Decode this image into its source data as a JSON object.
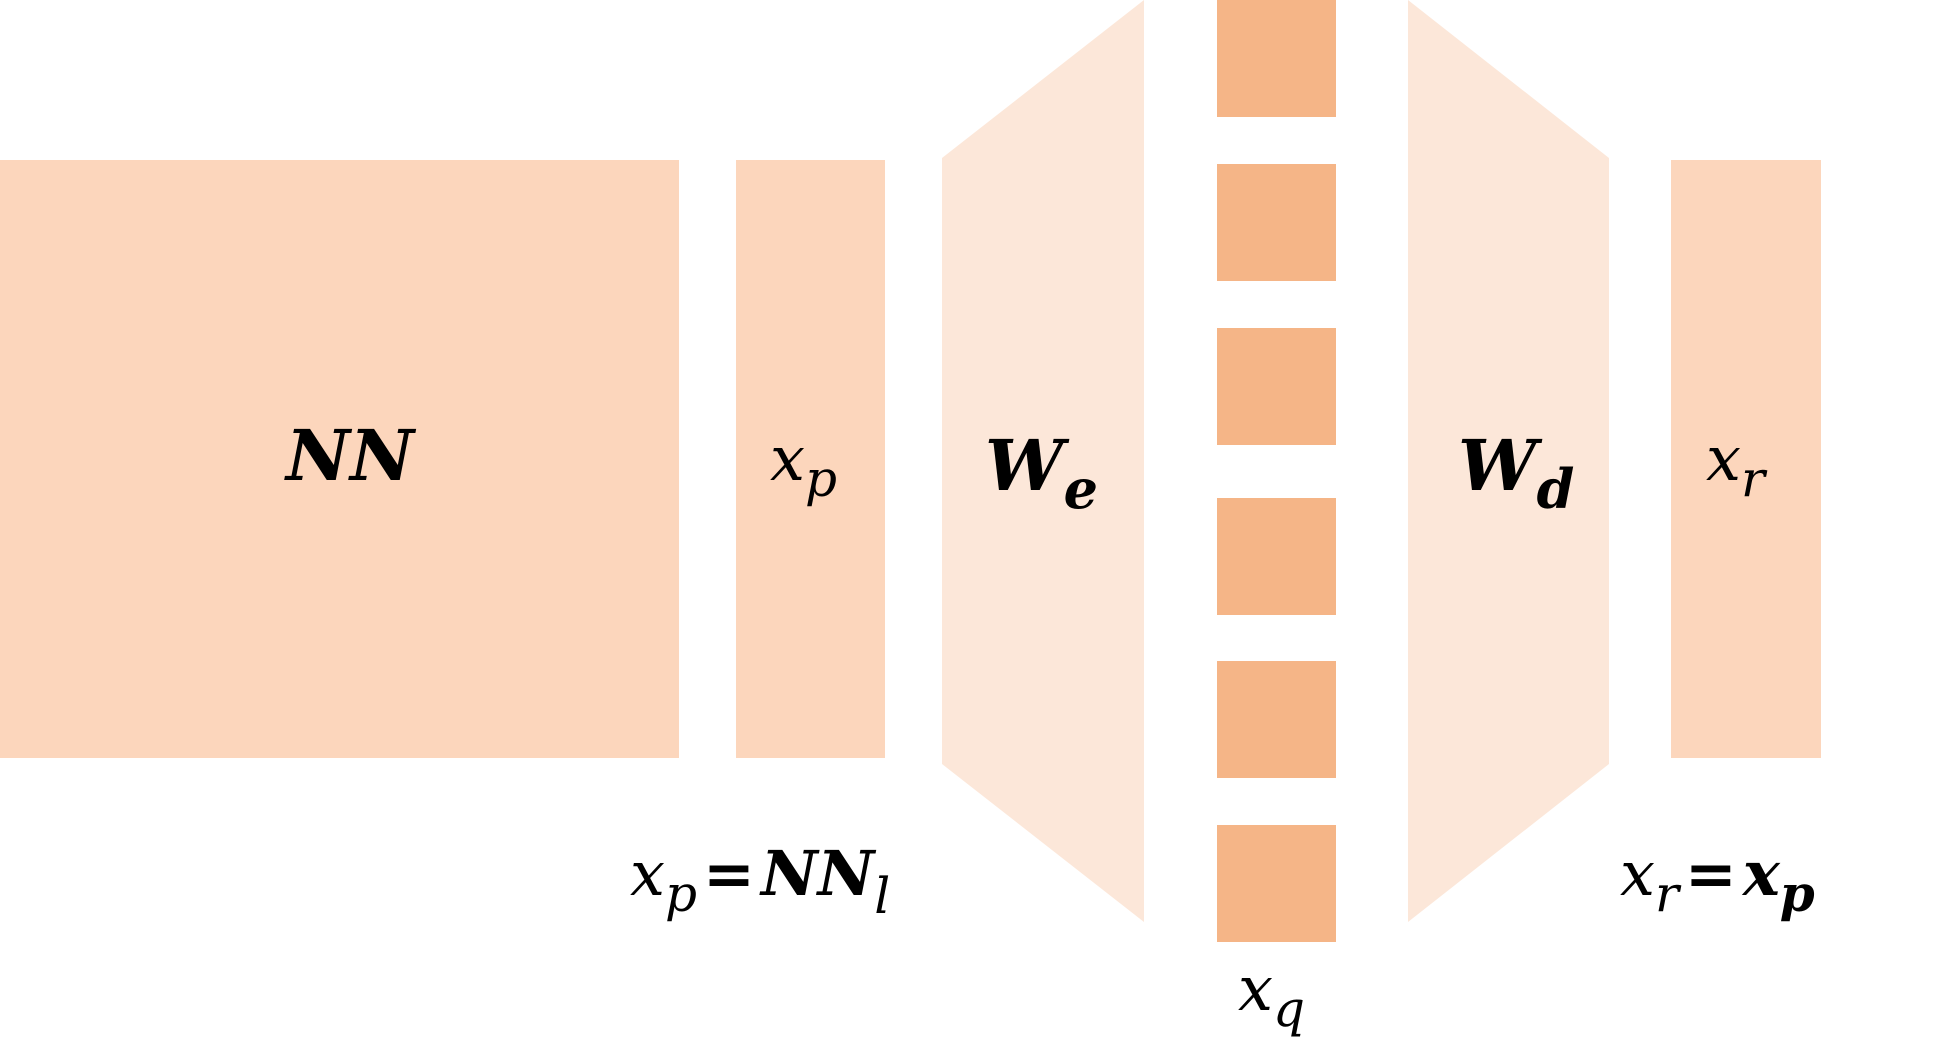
{
  "colors": {
    "block_fill": "#FCD6BC",
    "trapezoid_fill": "#FCE7D9",
    "code_fill": "#F5B587",
    "text": "#000000",
    "background": "#FFFFFF"
  },
  "blocks": {
    "nn": {
      "label": "NN"
    },
    "xp": {
      "label_base": "x",
      "label_sub": "p"
    },
    "encoder": {
      "label_base": "W",
      "label_sub": "e"
    },
    "decoder": {
      "label_base": "W",
      "label_sub": "d"
    },
    "xr": {
      "label_base": "x",
      "label_sub": "r"
    }
  },
  "codes": {
    "count": 6,
    "label_base": "x",
    "label_sub": "q"
  },
  "equations": {
    "left": {
      "lhs_base": "x",
      "lhs_sub": "p",
      "eq": "=",
      "rhs_base": "NN",
      "rhs_sub": "l"
    },
    "right": {
      "lhs_base": "x",
      "lhs_sub": "r",
      "eq": "=",
      "rhs_base": "x",
      "rhs_sub": "p"
    }
  }
}
